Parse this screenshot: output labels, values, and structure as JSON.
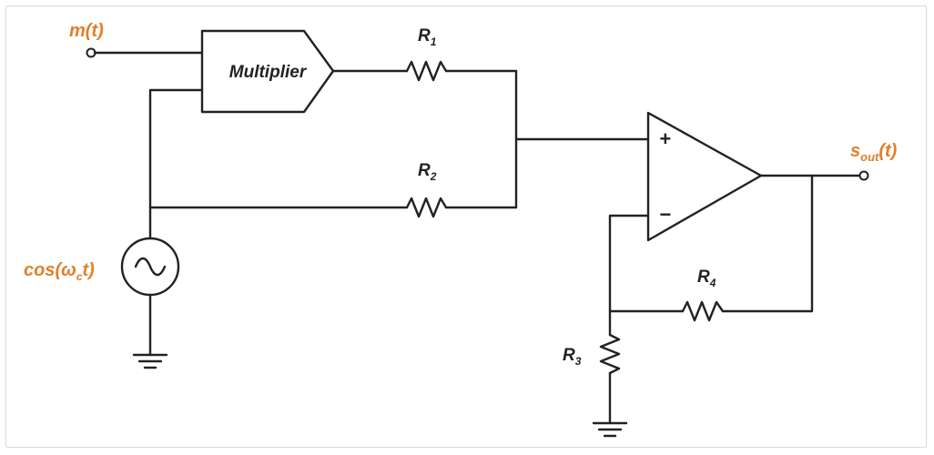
{
  "circuit": {
    "input_signal": "m(t)",
    "carrier_main": "cos(ω",
    "carrier_sub": "c",
    "carrier_end": "t)",
    "output_main": "s",
    "output_sub": "out",
    "output_end": "(t)",
    "multiplier_label": "Multiplier",
    "plus_sign": "+",
    "minus_sign": "−",
    "resistors": [
      {
        "main": "R",
        "sub": "1"
      },
      {
        "main": "R",
        "sub": "2"
      },
      {
        "main": "R",
        "sub": "3"
      },
      {
        "main": "R",
        "sub": "4"
      }
    ],
    "colors": {
      "signal_label": "#e07f2c",
      "wire": "#222222"
    }
  }
}
